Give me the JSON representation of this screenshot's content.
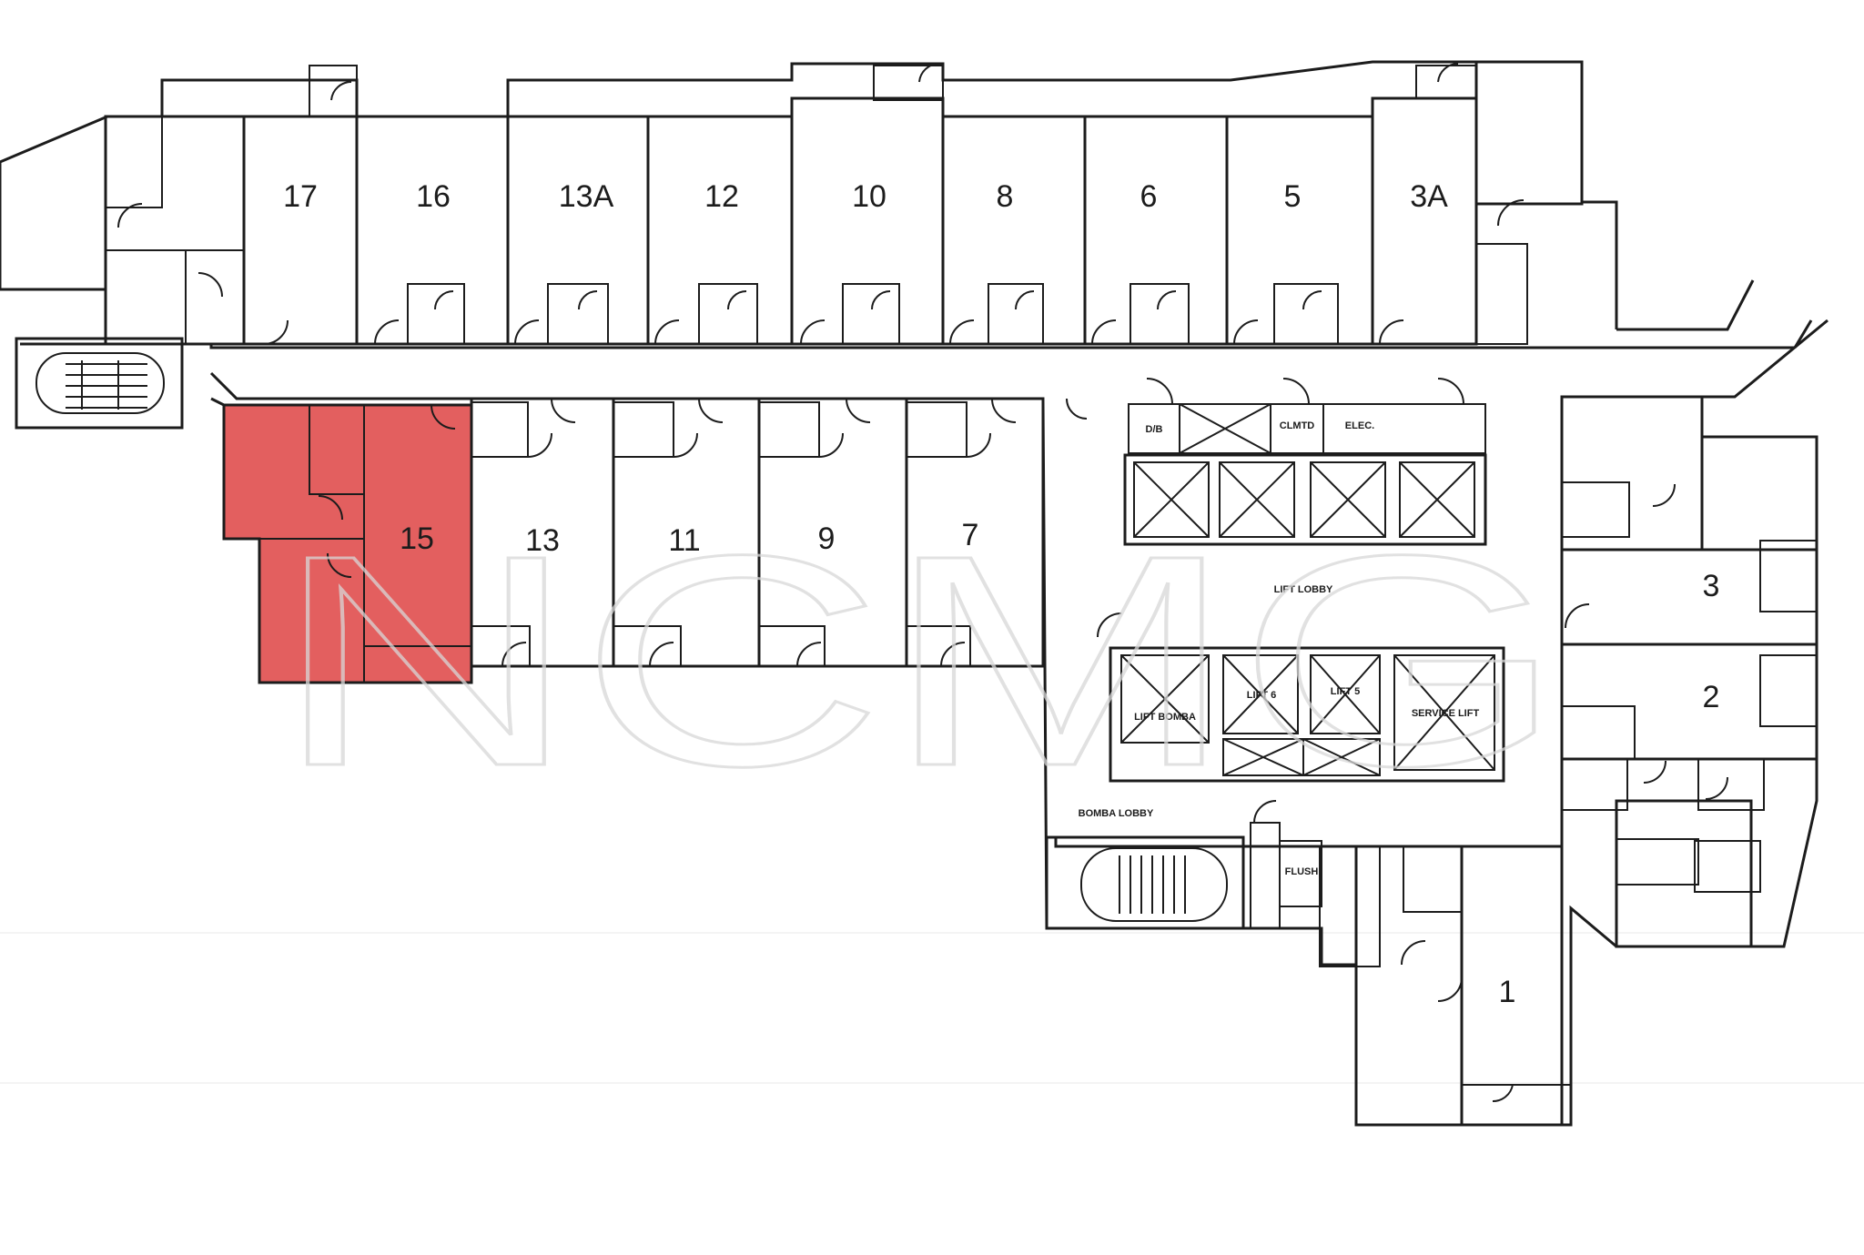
{
  "units_north": [
    "17",
    "16",
    "13A",
    "12",
    "10",
    "8",
    "6",
    "5",
    "3A"
  ],
  "units_south": [
    "15",
    "13",
    "11",
    "9",
    "7"
  ],
  "units_east": [
    "3",
    "2",
    "1"
  ],
  "core_labels": {
    "db": "D/B",
    "clmtd": "CLMTD",
    "elec": "ELEC.",
    "lift_lobby": "LIFT LOBBY",
    "lift_bomba": "LIFT BOMBA",
    "lift_6": "LIFT 6",
    "lift_5": "LIFT 5",
    "service_lift": "SERVICE LIFT",
    "bomba_lobby": "BOMBA LOBBY",
    "flush": "FLUSH"
  },
  "highlighted_unit": "15",
  "highlight_color": "#e35f5f",
  "watermark_logo": "NCMG"
}
